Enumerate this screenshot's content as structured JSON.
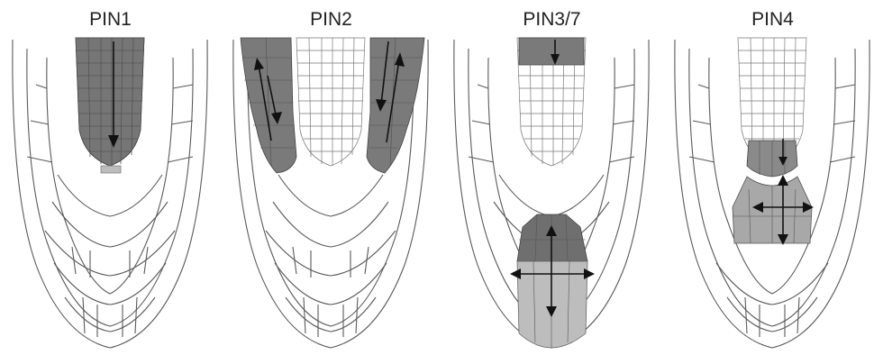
{
  "figure": {
    "panels": [
      {
        "id": "pin1",
        "label": "PIN1"
      },
      {
        "id": "pin2",
        "label": "PIN2"
      },
      {
        "id": "pin37",
        "label": "PIN3/7"
      },
      {
        "id": "pin4",
        "label": "PIN4"
      }
    ],
    "colors": {
      "outline": "#5a5a5a",
      "stele_grid": "#7a7a7a",
      "pin_dark": "#6f6f6f",
      "pin_mid": "#9a9a9a",
      "pin_light": "#bdbdbd",
      "arrow": "#111111"
    }
  }
}
